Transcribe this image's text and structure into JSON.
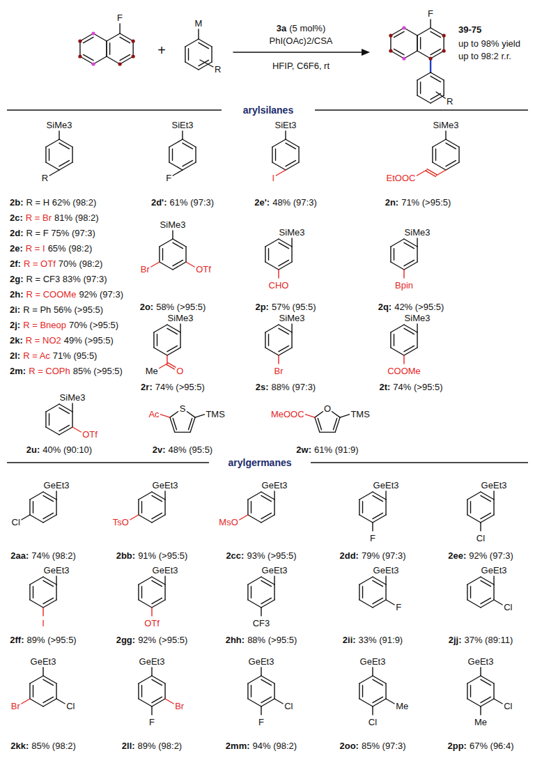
{
  "diagram": {
    "labels": [
      "F",
      "+",
      "M",
      "R",
      "3a",
      "(5 mol%)",
      "PhI(OAc)2/CSA",
      "HFIP, C6F6, rt",
      "F",
      "R",
      "39-75",
      "up to 98% yield",
      "up to 98:2 r.r.",
      "arylsilanes",
      "SiMe3",
      "R",
      "2b:",
      "R = H 62% (98:2)",
      "2c:",
      "R = Br",
      "81% (98:2)",
      "2d:",
      "R = F 75% (97:3)",
      "2e:",
      "R = I",
      "65% (98:2)",
      "2f:",
      "R = OTf",
      "70% (98:2)",
      "2g:",
      "R = CF3 83% (97:3)",
      "2h:",
      "R = COOMe",
      "92% (97:3)",
      "2i:",
      "R = Ph 56% (>95:5)",
      "2j:",
      "R = Bneop",
      "70% (>95:5)",
      "2k:",
      "R = NO2",
      "49% (>95:5)",
      "2l:",
      "R = Ac",
      "71% (95:5)",
      "2m:",
      "R = COPh",
      "85% (>95:5)",
      "SiEt3",
      "F",
      "2d':",
      "61% (97:3)",
      "SiEt3",
      "I",
      "2e':",
      "48% (97:3)",
      "SiMe3",
      "EtOOC",
      "2n:",
      "71% (>95:5)",
      "SiMe3",
      "Br",
      "OTf",
      "2o:",
      "58% (>95:5)",
      "SiMe3",
      "CHO",
      "2p:",
      "57% (95:5)",
      "SiMe3",
      "Bpin",
      "2q:",
      "42% (>95:5)",
      "SiMe3",
      "Me",
      "O",
      "2r:",
      "74% (>95:5)",
      "SiMe3",
      "Br",
      "2s:",
      "88% (97:3)",
      "SiMe3",
      "COOMe",
      "2t:",
      "74% (>95:5)",
      "SiMe3",
      "OTf",
      "2u:",
      "40% (90:10)",
      "Ac",
      "S",
      "TMS",
      "2v:",
      "48% (95:5)",
      "MeOOC",
      "O",
      "TMS",
      "2w:",
      "61% (91:9)",
      "arylgermanes",
      "GeEt3",
      "Cl",
      "2aa:",
      "74% (98:2)",
      "GeEt3",
      "TsO",
      "2bb:",
      "91% (>95:5)",
      "GeEt3",
      "MsO",
      "2cc:",
      "93% (>95:5)",
      "GeEt3",
      "F",
      "2dd:",
      "79% (97:3)",
      "GeEt3",
      "Cl",
      "2ee:",
      "92% (97:3)",
      "GeEt3",
      "I",
      "2ff:",
      "89% (>95:5)",
      "GeEt3",
      "OTf",
      "2gg:",
      "92% (>95:5)",
      "GeEt3",
      "CF3",
      "2hh:",
      "88% (>95:5)",
      "GeEt3",
      "F",
      "2ii:",
      "33% (91:9)",
      "GeEt3",
      "Cl",
      "2jj:",
      "37% (89:11)",
      "GeEt3",
      "Br",
      "Cl",
      "2kk:",
      "85% (98:2)",
      "GeEt3",
      "F",
      "Br",
      "2ll:",
      "89% (98:2)",
      "GeEt3",
      "F",
      "Cl",
      "2mm:",
      "94% (98:2)",
      "GeEt3",
      "Cl",
      "Me",
      "2oo:",
      "85% (97:3)",
      "GeEt3",
      "Me",
      "Cl",
      "2pp:",
      "67% (96:4)"
    ]
  }
}
